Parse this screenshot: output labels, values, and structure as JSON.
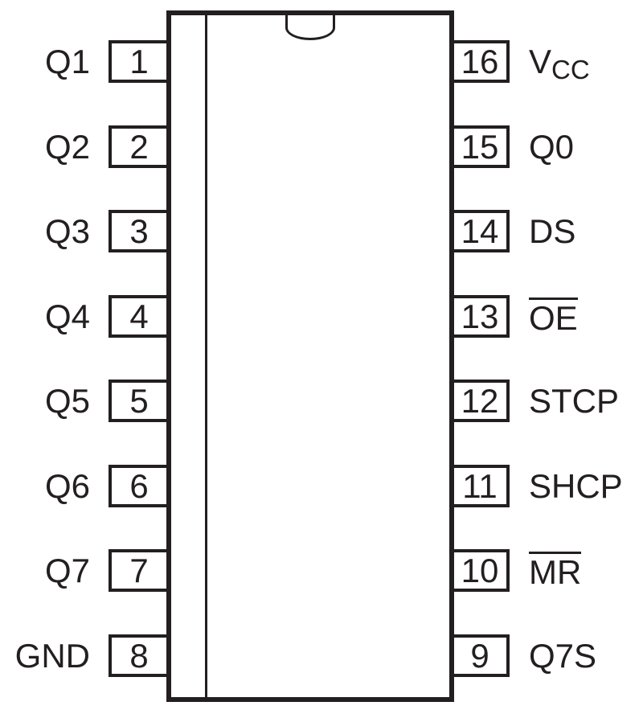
{
  "diagram": {
    "kind": "ic-pinout",
    "package": {
      "pin_count": 16,
      "orientation_marker": "top-notch"
    },
    "colors": {
      "ink": "#231f20",
      "background": "#ffffff"
    }
  },
  "pins": {
    "left": [
      {
        "number": "1",
        "label": "Q1"
      },
      {
        "number": "2",
        "label": "Q2"
      },
      {
        "number": "3",
        "label": "Q3"
      },
      {
        "number": "4",
        "label": "Q4"
      },
      {
        "number": "5",
        "label": "Q5"
      },
      {
        "number": "6",
        "label": "Q6"
      },
      {
        "number": "7",
        "label": "Q7"
      },
      {
        "number": "8",
        "label": "GND"
      }
    ],
    "right": [
      {
        "number": "16",
        "label": "V",
        "subscript": "CC"
      },
      {
        "number": "15",
        "label": "Q0"
      },
      {
        "number": "14",
        "label": "DS"
      },
      {
        "number": "13",
        "label": "OE",
        "overline": true
      },
      {
        "number": "12",
        "label": "STCP"
      },
      {
        "number": "11",
        "label": "SHCP"
      },
      {
        "number": "10",
        "label": "MR",
        "overline": true
      },
      {
        "number": "9",
        "label": "Q7S"
      }
    ]
  }
}
